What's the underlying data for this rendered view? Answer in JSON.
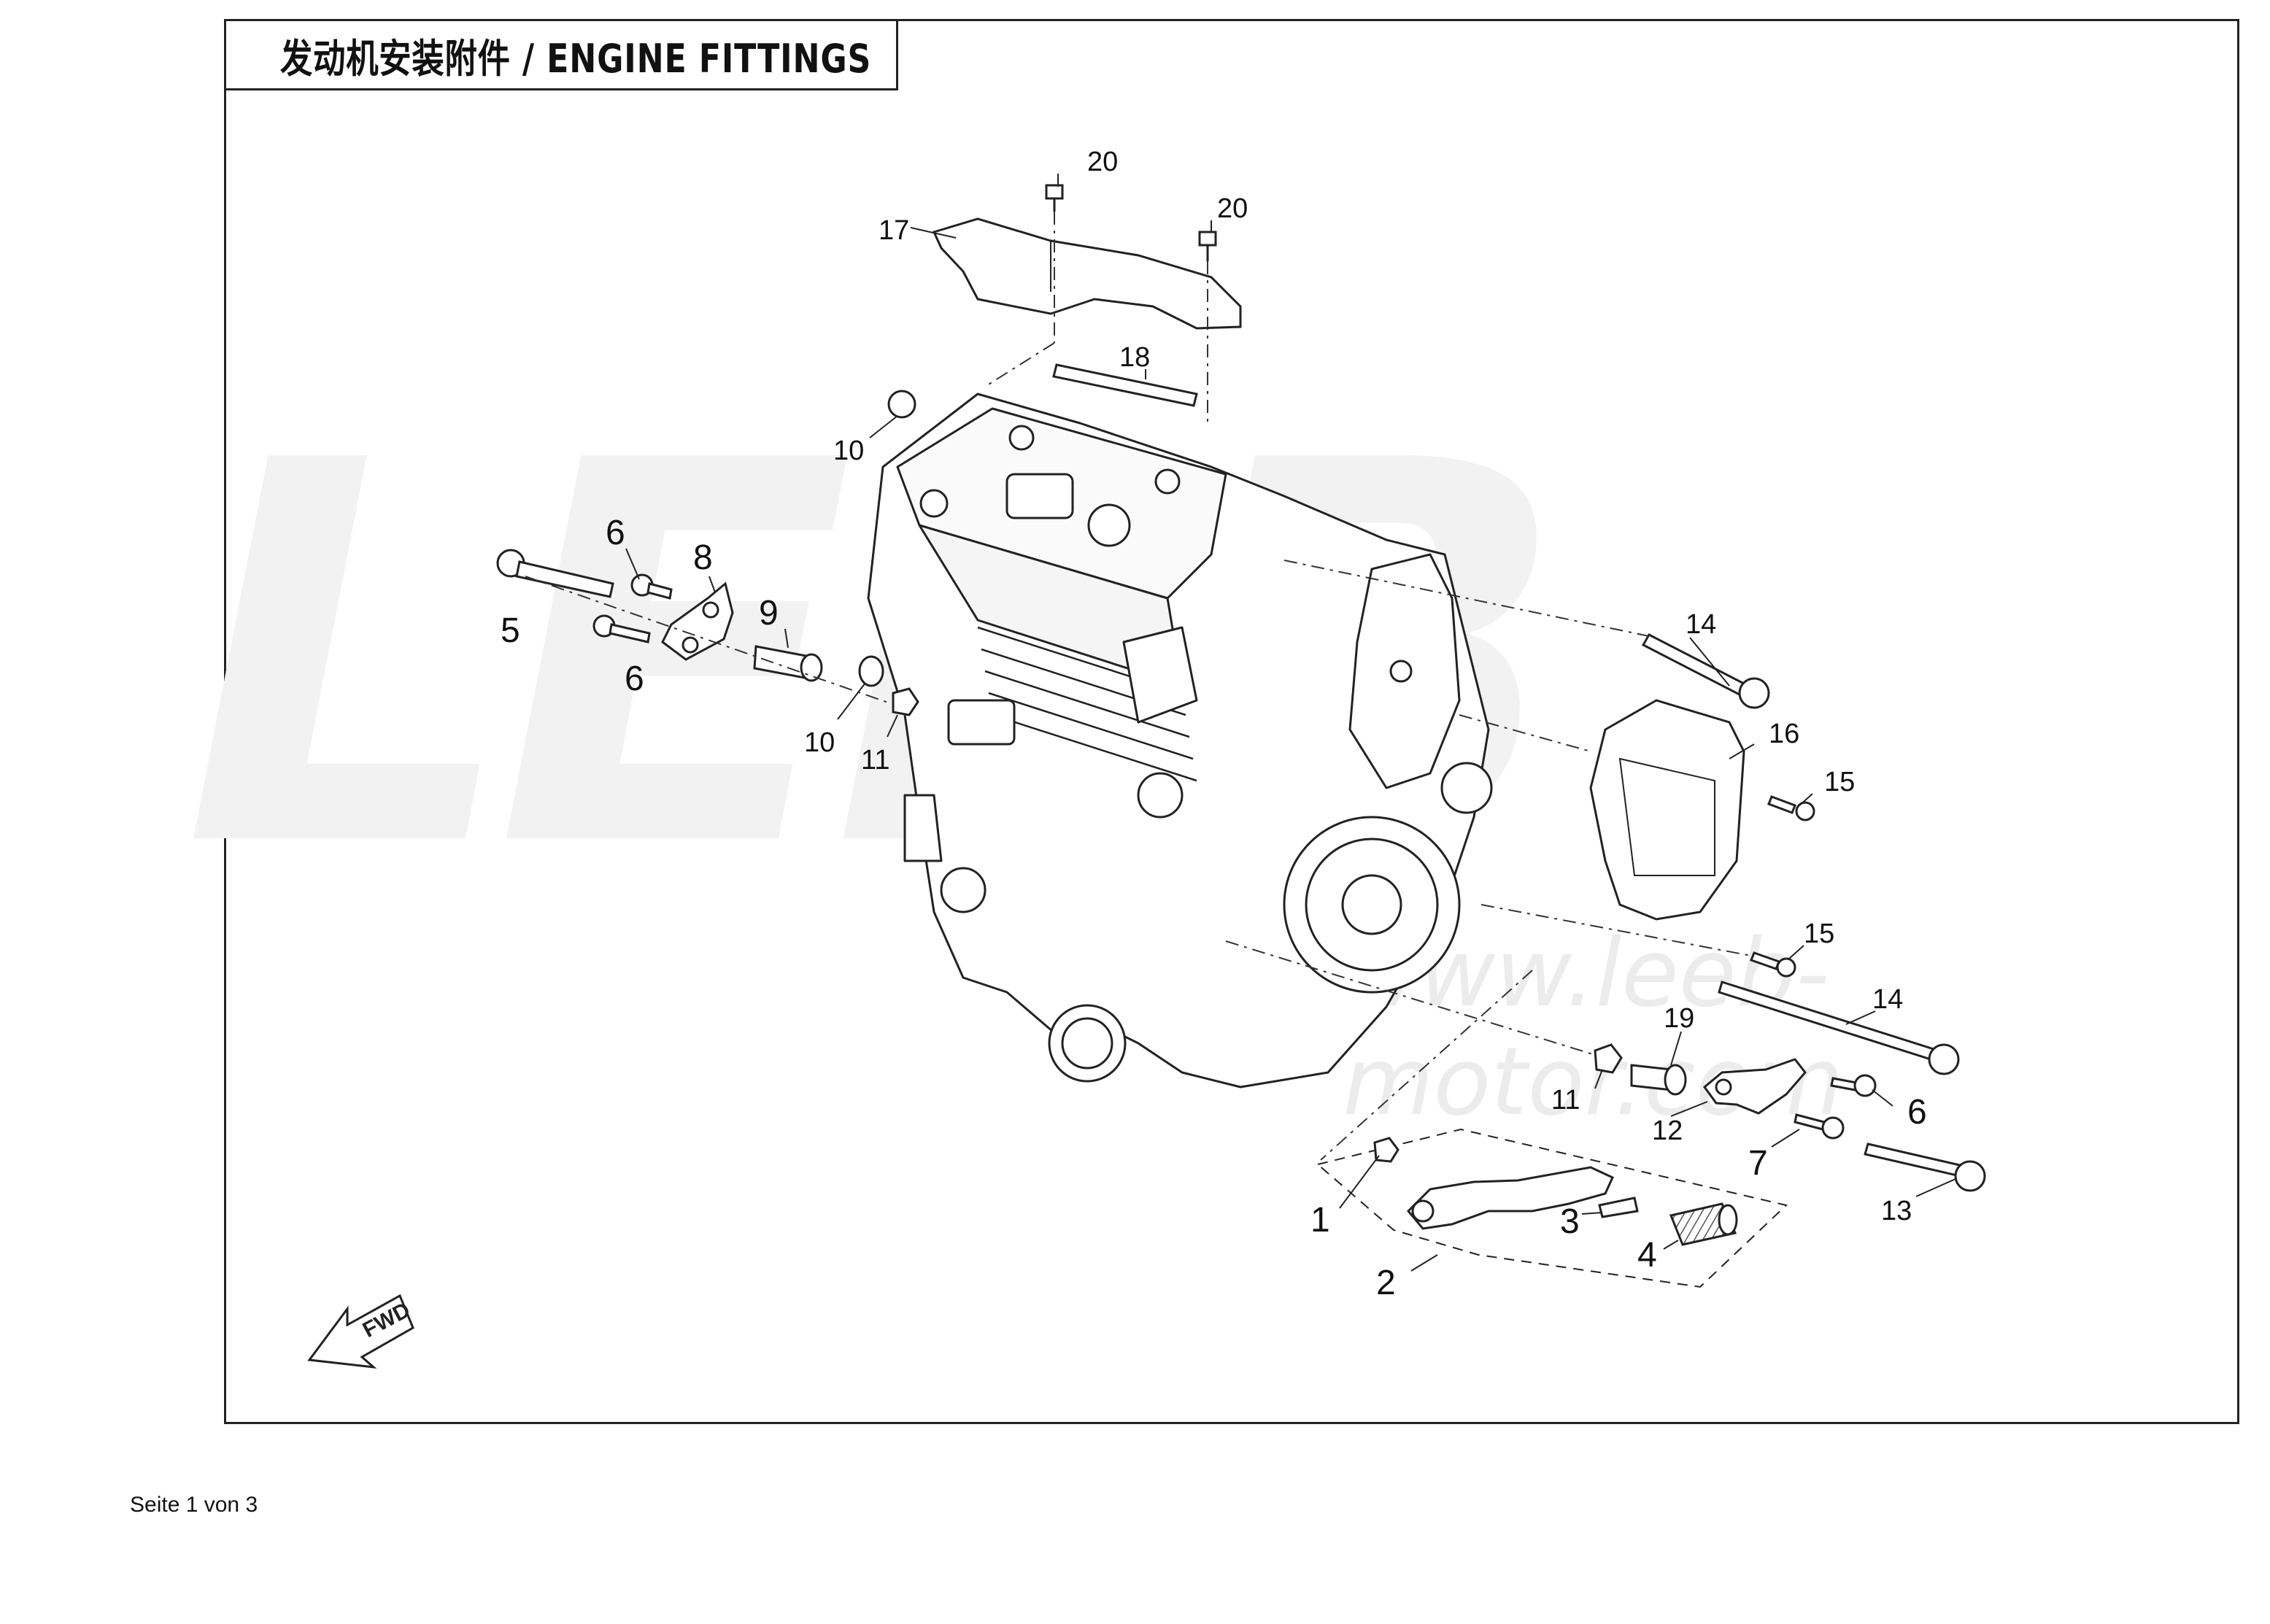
{
  "title": "发动机安装附件 / ENGINE FITTINGS",
  "watermark": {
    "brand": "LEEB",
    "url": "www.leeb-motor.com"
  },
  "fwd_label": "FWD",
  "footer": "Seite 1 von 3",
  "callouts": [
    {
      "id": "c-20a",
      "text": "20"
    },
    {
      "id": "c-20b",
      "text": "20"
    },
    {
      "id": "c-17",
      "text": "17"
    },
    {
      "id": "c-18",
      "text": "18"
    },
    {
      "id": "c-10a",
      "text": "10"
    },
    {
      "id": "c-6a",
      "text": "6"
    },
    {
      "id": "c-8",
      "text": "8"
    },
    {
      "id": "c-5",
      "text": "5"
    },
    {
      "id": "c-6b",
      "text": "6"
    },
    {
      "id": "c-9",
      "text": "9"
    },
    {
      "id": "c-10b",
      "text": "10"
    },
    {
      "id": "c-11a",
      "text": "11"
    },
    {
      "id": "c-14a",
      "text": "14"
    },
    {
      "id": "c-16",
      "text": "16"
    },
    {
      "id": "c-15a",
      "text": "15"
    },
    {
      "id": "c-15b",
      "text": "15"
    },
    {
      "id": "c-14b",
      "text": "14"
    },
    {
      "id": "c-19",
      "text": "19"
    },
    {
      "id": "c-11b",
      "text": "11"
    },
    {
      "id": "c-12",
      "text": "12"
    },
    {
      "id": "c-6c",
      "text": "6"
    },
    {
      "id": "c-7",
      "text": "7"
    },
    {
      "id": "c-13",
      "text": "13"
    },
    {
      "id": "c-1",
      "text": "1"
    },
    {
      "id": "c-3",
      "text": "3"
    },
    {
      "id": "c-4",
      "text": "4"
    },
    {
      "id": "c-2",
      "text": "2"
    }
  ]
}
